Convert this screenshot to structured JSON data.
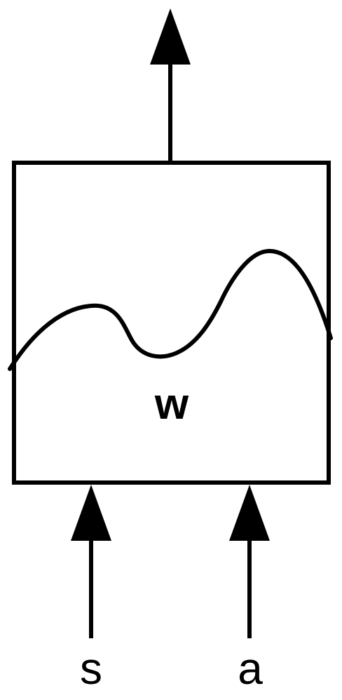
{
  "diagram": {
    "block_label": "w",
    "inputs": [
      {
        "label": "s"
      },
      {
        "label": "a"
      }
    ],
    "colors": {
      "stroke": "#000000",
      "background": "#ffffff"
    }
  }
}
